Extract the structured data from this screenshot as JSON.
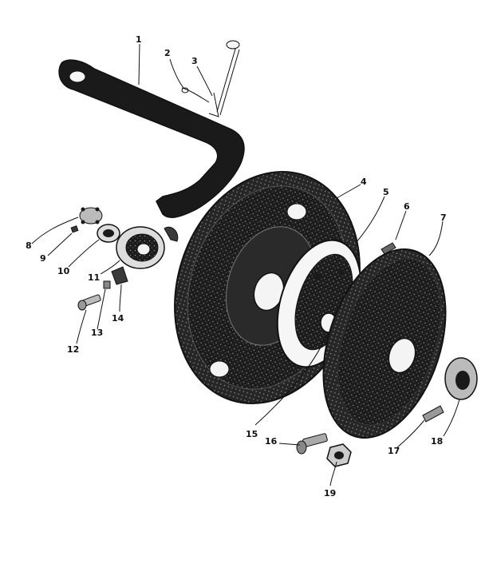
{
  "diagram": {
    "callouts": [
      {
        "id": "1",
        "text": "1"
      },
      {
        "id": "2",
        "text": "2"
      },
      {
        "id": "3",
        "text": "3"
      },
      {
        "id": "4",
        "text": "4"
      },
      {
        "id": "5",
        "text": "5"
      },
      {
        "id": "6",
        "text": "6"
      },
      {
        "id": "7",
        "text": "7"
      },
      {
        "id": "8",
        "text": "8"
      },
      {
        "id": "9",
        "text": "9"
      },
      {
        "id": "10",
        "text": "10"
      },
      {
        "id": "11",
        "text": "11"
      },
      {
        "id": "12",
        "text": "12"
      },
      {
        "id": "13",
        "text": "13"
      },
      {
        "id": "14",
        "text": "14"
      },
      {
        "id": "15",
        "text": "15"
      },
      {
        "id": "16",
        "text": "16"
      },
      {
        "id": "17",
        "text": "17"
      },
      {
        "id": "18",
        "text": "18"
      },
      {
        "id": "19",
        "text": "19"
      }
    ]
  }
}
